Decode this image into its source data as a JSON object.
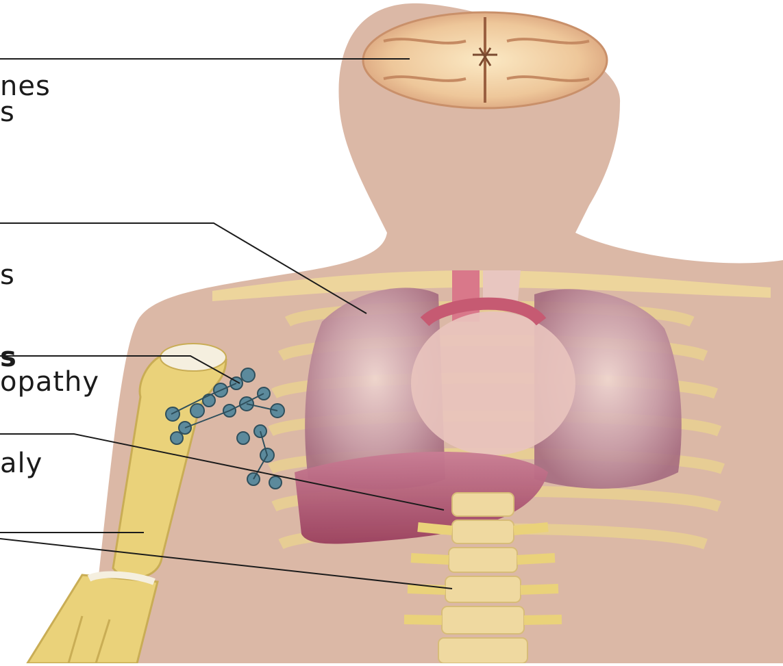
{
  "colors": {
    "skin": "#dbb8a6",
    "bone": "#ead27a",
    "bone_light": "#f3e6b0",
    "brain": "#f0cfa0",
    "lung": "#c98a9a",
    "liver": "#b0506e",
    "node": "#5c8a9c",
    "leader_line": "#1b1b1b"
  },
  "labels": [
    {
      "id": "brain",
      "lines": [
        "nes",
        "s"
      ],
      "bold": false
    },
    {
      "id": "lungs",
      "lines": [
        "s"
      ],
      "bold": false
    },
    {
      "id": "lymph",
      "lines": [
        "s",
        "opathy"
      ],
      "bold": true
    },
    {
      "id": "spleen",
      "lines": [
        "aly"
      ],
      "bold": false
    }
  ]
}
